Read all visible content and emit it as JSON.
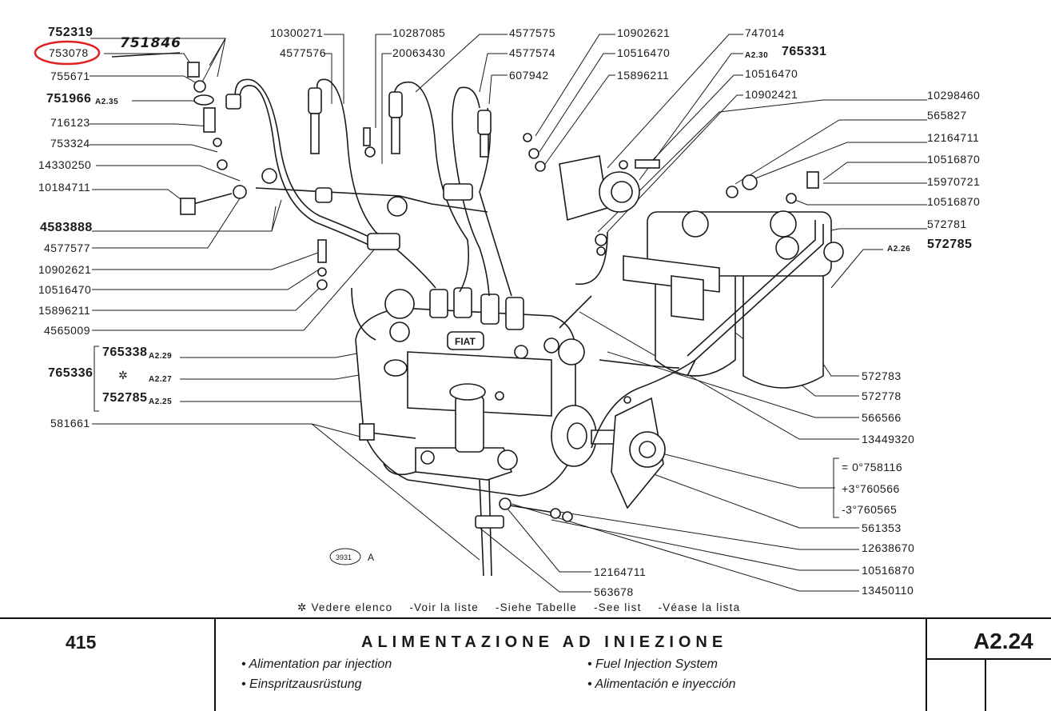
{
  "labels_left": [
    {
      "id": "752319",
      "text": "752319",
      "bold": true
    },
    {
      "id": "753078",
      "text": "753078",
      "bold": false
    },
    {
      "id": "755671",
      "text": "755671",
      "bold": false
    },
    {
      "id": "751966",
      "text": "751966",
      "bold": true,
      "ref": "A2.35"
    },
    {
      "id": "716123",
      "text": "716123",
      "bold": false
    },
    {
      "id": "753324",
      "text": "753324",
      "bold": false
    },
    {
      "id": "14330250",
      "text": "14330250",
      "bold": false
    },
    {
      "id": "10184711",
      "text": "10184711",
      "bold": false
    },
    {
      "id": "4583888",
      "text": "4583888",
      "bold": true
    },
    {
      "id": "4577577",
      "text": "4577577",
      "bold": false
    },
    {
      "id": "10902621",
      "text": "10902621",
      "bold": false
    },
    {
      "id": "10516470",
      "text": "10516470",
      "bold": false
    },
    {
      "id": "15896211",
      "text": "15896211",
      "bold": false
    },
    {
      "id": "4565009",
      "text": "4565009",
      "bold": false
    },
    {
      "id": "765338",
      "text": "765338",
      "bold": true,
      "ref": "A2.29"
    },
    {
      "id": "765336",
      "text": "765336",
      "bold": true
    },
    {
      "id": "star",
      "text": "✲",
      "bold": false,
      "ref": "A2.27"
    },
    {
      "id": "752785",
      "text": "752785",
      "bold": true,
      "ref": "A2.25"
    },
    {
      "id": "581661",
      "text": "581661",
      "bold": false
    }
  ],
  "labels_top": [
    {
      "id": "10300271",
      "text": "10300271"
    },
    {
      "id": "4577576",
      "text": "4577576"
    },
    {
      "id": "10287085",
      "text": "10287085"
    },
    {
      "id": "20063430",
      "text": "20063430"
    },
    {
      "id": "4577575",
      "text": "4577575"
    },
    {
      "id": "4577574",
      "text": "4577574"
    },
    {
      "id": "607942",
      "text": "607942"
    },
    {
      "id": "10902621b",
      "text": "10902621"
    },
    {
      "id": "10516470b",
      "text": "10516470"
    },
    {
      "id": "15896211b",
      "text": "15896211"
    },
    {
      "id": "747014",
      "text": "747014"
    },
    {
      "id": "765331",
      "text": "765331",
      "ref": "A2.30"
    },
    {
      "id": "10516470c",
      "text": "10516470"
    },
    {
      "id": "10902421",
      "text": "10902421"
    }
  ],
  "labels_right": [
    {
      "id": "10298460",
      "text": "10298460"
    },
    {
      "id": "565827",
      "text": "565827"
    },
    {
      "id": "12164711",
      "text": "12164711"
    },
    {
      "id": "10516870",
      "text": "10516870"
    },
    {
      "id": "15970721",
      "text": "15970721"
    },
    {
      "id": "10516870b",
      "text": "10516870"
    },
    {
      "id": "572781",
      "text": "572781"
    },
    {
      "id": "572785",
      "text": "572785",
      "ref": "A2.26"
    },
    {
      "id": "572783",
      "text": "572783"
    },
    {
      "id": "572778",
      "text": "572778"
    },
    {
      "id": "566566",
      "text": "566566"
    },
    {
      "id": "13449320",
      "text": "13449320"
    },
    {
      "id": "758116",
      "text": "= 0°758116"
    },
    {
      "id": "760566",
      "text": "+3°760566"
    },
    {
      "id": "760565",
      "text": "-3°760565"
    },
    {
      "id": "561353",
      "text": "561353"
    },
    {
      "id": "12638670",
      "text": "12638670"
    },
    {
      "id": "10516870c",
      "text": "10516870"
    },
    {
      "id": "13450110",
      "text": "13450110"
    }
  ],
  "labels_bottom": [
    {
      "id": "12164711b",
      "text": "12164711"
    },
    {
      "id": "563678",
      "text": "563678"
    }
  ],
  "handwritten_note": "751846",
  "fiat_marking": "FIAT",
  "figure_id": "3931",
  "figure_suffix": "A",
  "legend_note": [
    "✲ Vedere elenco",
    "-Voir la liste",
    "-Siehe Tabelle",
    "-See list",
    "-Véase la lista"
  ],
  "footer": {
    "page_number": "415",
    "title": "ALIMENTAZIONE AD INIEZIONE",
    "code": "A2.24",
    "subtitles": [
      "• Alimentation par injection",
      "• Einspritzausrüstung",
      "• Fuel Injection System",
      "• Alimentación e inyección"
    ]
  },
  "colors": {
    "highlight_circle": "#e02020",
    "ink": "#1a1a1a"
  }
}
